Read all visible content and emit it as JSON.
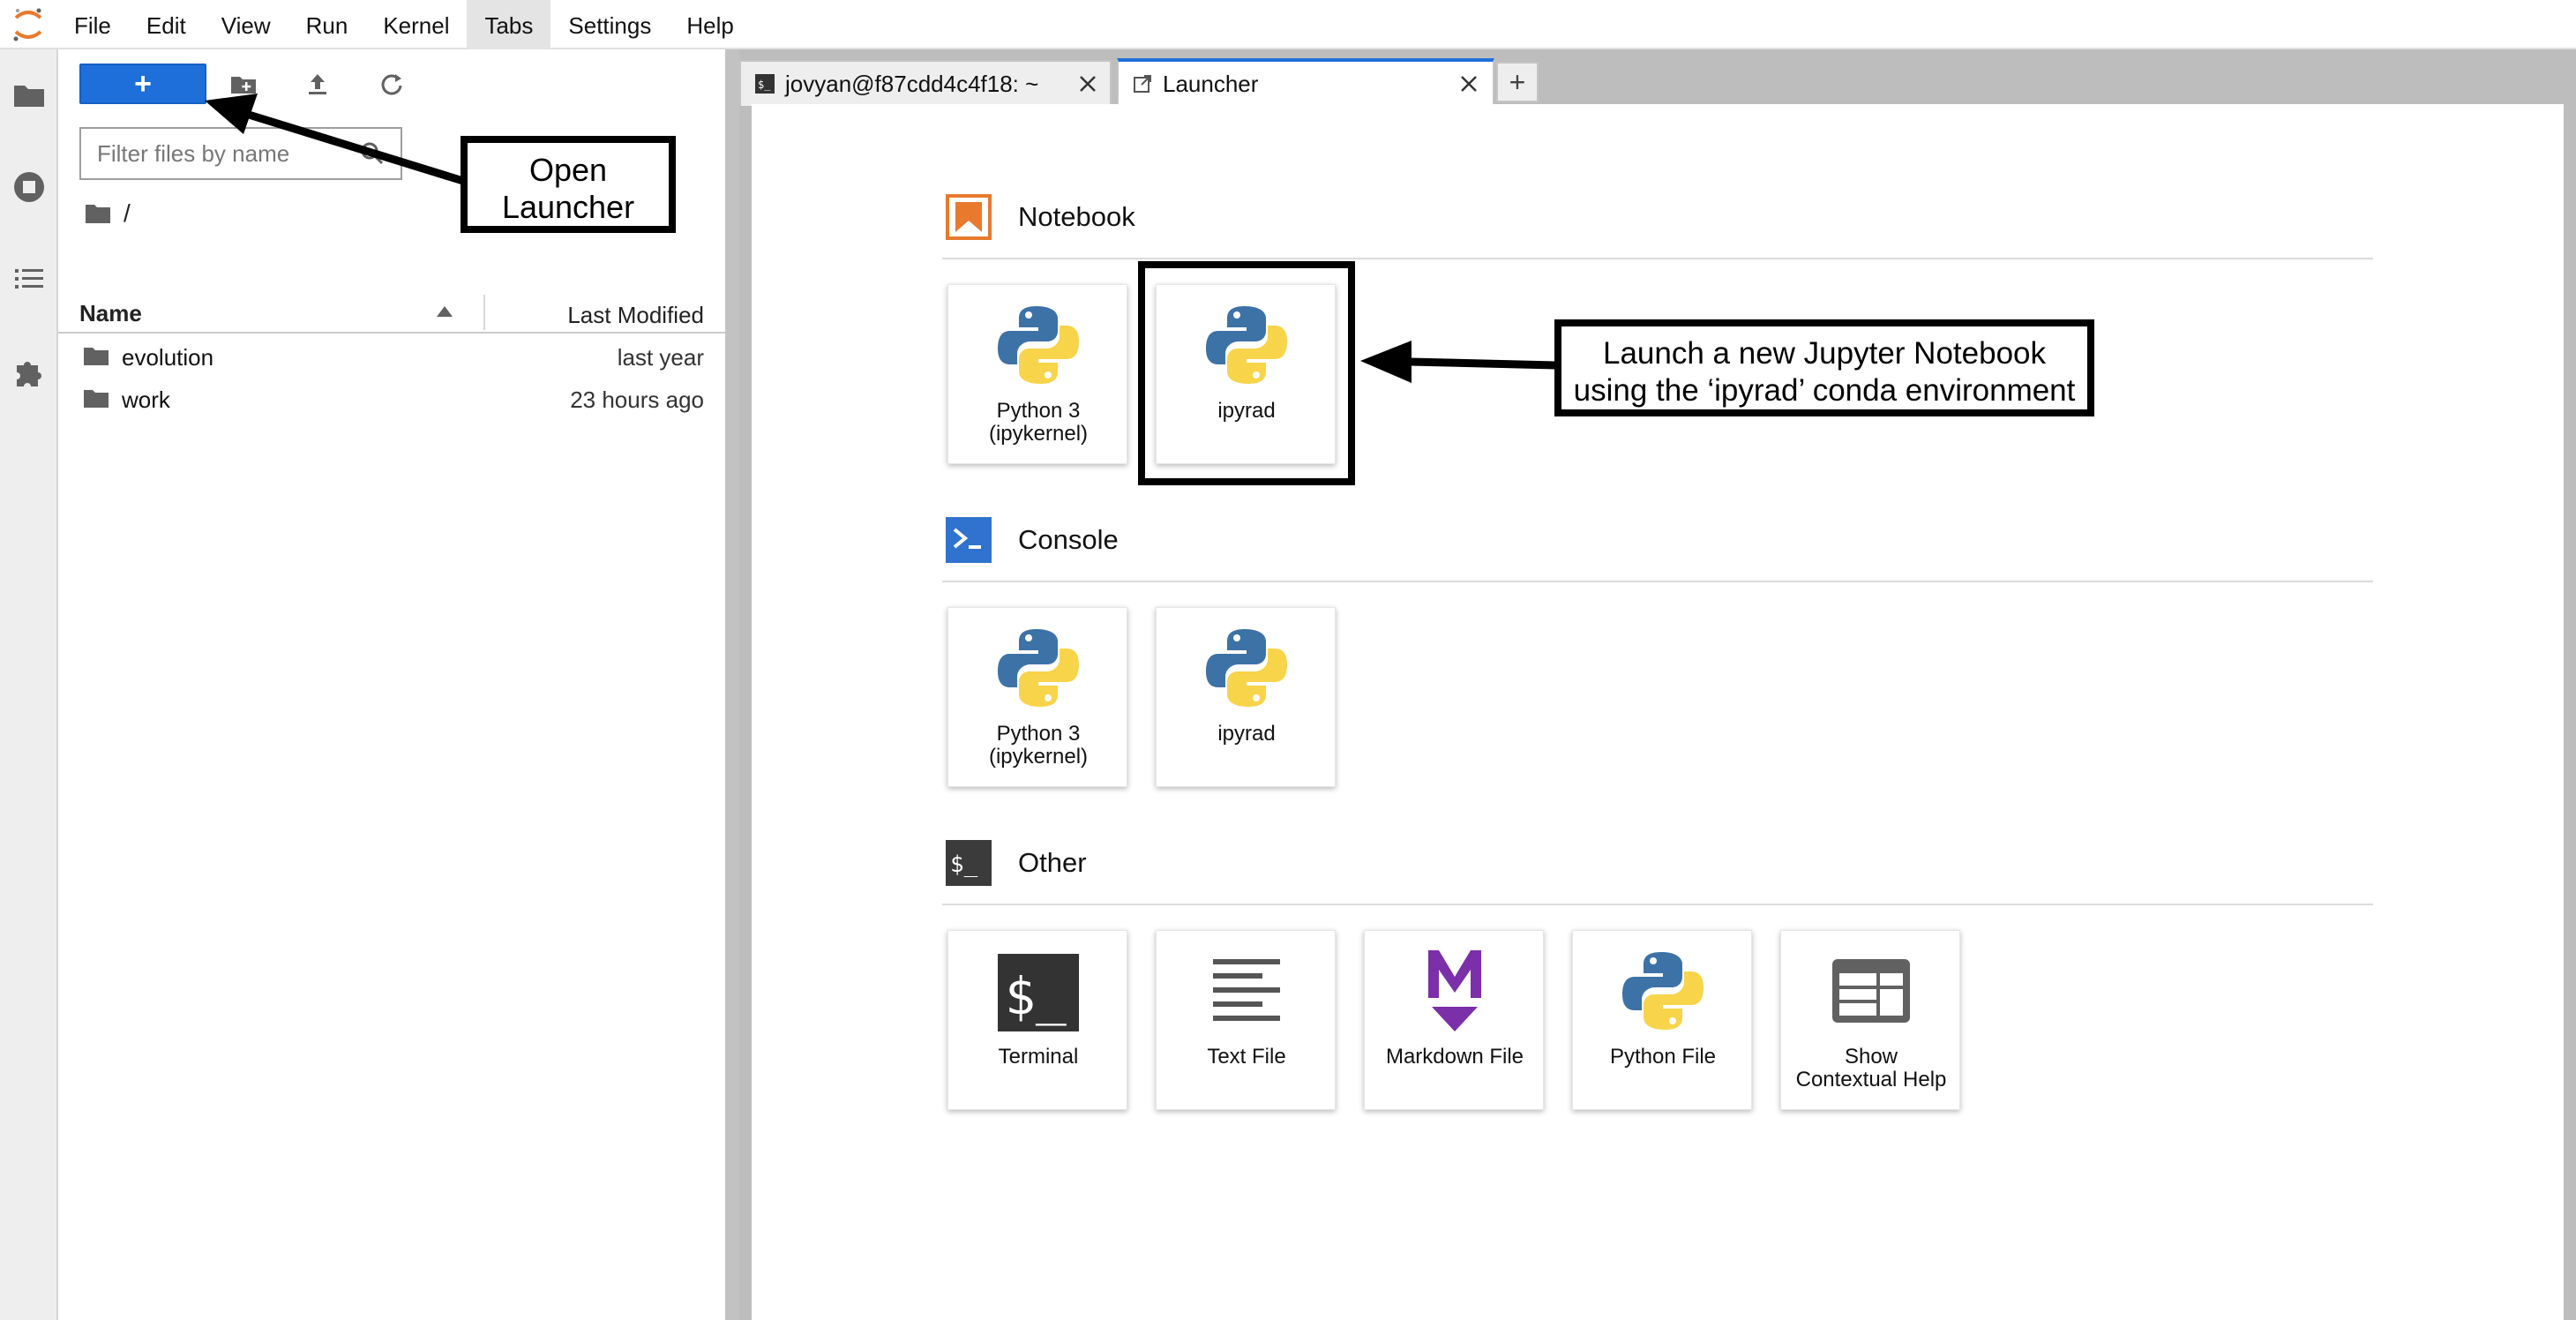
{
  "menubar": {
    "items": [
      "File",
      "Edit",
      "View",
      "Run",
      "Kernel",
      "Tabs",
      "Settings",
      "Help"
    ]
  },
  "filebrowser": {
    "new_launcher_label": "+",
    "filter_placeholder": "Filter files by name",
    "breadcrumb": "/",
    "columns": {
      "name": "Name",
      "modified": "Last Modified"
    },
    "files": [
      {
        "name": "evolution",
        "modified": "last year"
      },
      {
        "name": "work",
        "modified": "23 hours ago"
      }
    ]
  },
  "tabs": [
    {
      "label": "jovyan@f87cdd4c4f18: ~",
      "icon": "terminal-icon",
      "active": false
    },
    {
      "label": "Launcher",
      "icon": "launcher-icon",
      "active": true
    }
  ],
  "add_tab_label": "+",
  "launcher": {
    "notebook": {
      "title": "Notebook",
      "cards": [
        {
          "label": "Python 3\n(ipykernel)",
          "icon": "python-icon"
        },
        {
          "label": "ipyrad",
          "icon": "python-icon"
        }
      ]
    },
    "console": {
      "title": "Console",
      "cards": [
        {
          "label": "Python 3\n(ipykernel)",
          "icon": "python-icon"
        },
        {
          "label": "ipyrad",
          "icon": "python-icon"
        }
      ]
    },
    "other": {
      "title": "Other",
      "cards": [
        {
          "label": "Terminal",
          "icon": "terminal-icon"
        },
        {
          "label": "Text File",
          "icon": "text-file-icon"
        },
        {
          "label": "Markdown File",
          "icon": "markdown-icon"
        },
        {
          "label": "Python File",
          "icon": "python-icon"
        },
        {
          "label": "Show\nContextual Help",
          "icon": "contextual-help-icon"
        }
      ]
    }
  },
  "annotations": {
    "open_launcher": "Open\nLauncher",
    "launch_notebook": "Launch a new Jupyter Notebook\nusing the ‘ipyrad’ conda environment"
  },
  "colors": {
    "accent": "#1e6fd9",
    "notebook_orange": "#e87a2d",
    "console_blue": "#2f73cf",
    "other_dark": "#3b3b3b",
    "markdown_purple": "#7b2fa8",
    "python_blue": "#3d72a6",
    "python_yellow": "#f7d44a"
  }
}
